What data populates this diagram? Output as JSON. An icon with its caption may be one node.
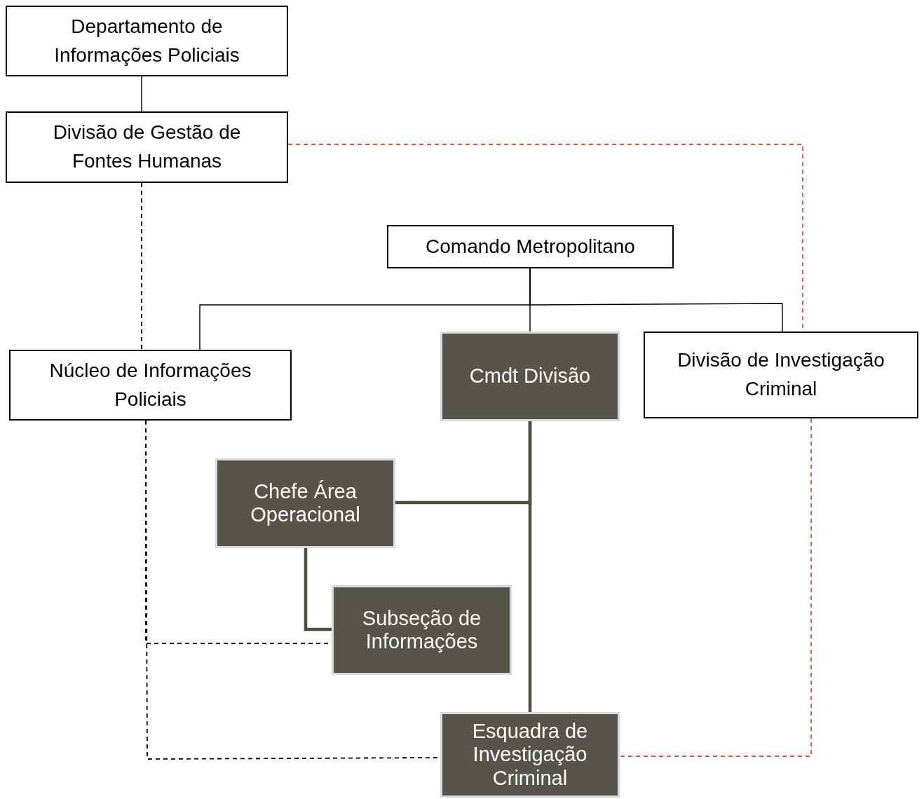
{
  "diagram": {
    "nodes": [
      {
        "text": [
          "Departamento de Informações Policiais"
        ]
      },
      {
        "text": [
          "Divisão de Gestão de Fontes Humanas"
        ]
      },
      {
        "text": [
          "Comando Metropolitano"
        ]
      },
      {
        "text": [
          "Núcleo de Informações Policiais"
        ]
      },
      {
        "text": [
          "Cmdt Divisão"
        ]
      },
      {
        "text": [
          "Divisão de Investigação Criminal"
        ]
      },
      {
        "text": [
          "Chefe Área Operacional"
        ]
      },
      {
        "text": [
          "Subseção de Informações"
        ]
      },
      {
        "text": [
          "Esquadra de Investigação Criminal"
        ]
      }
    ],
    "edges": [
      {
        "from": 0,
        "to": 1,
        "arrow": "none"
      },
      {
        "from": 1,
        "to": 3,
        "arrow": "none",
        "style": "dashed"
      },
      {
        "from": 1,
        "to": 5,
        "arrow": "none",
        "style": "dashed",
        "color": "#e8572d"
      },
      {
        "from": 2,
        "to": 4,
        "arrow": "none"
      },
      {
        "from": 2,
        "to": 3,
        "arrow": "none"
      },
      {
        "from": 2,
        "to": 5,
        "arrow": "none"
      },
      {
        "from": 4,
        "to": 6,
        "arrow": "none",
        "style": "thick",
        "color": "#4f4c44"
      },
      {
        "from": 4,
        "to": 8,
        "arrow": "none",
        "style": "thick",
        "color": "#4f4c44"
      },
      {
        "from": 6,
        "to": 7,
        "arrow": "none",
        "style": "thick",
        "color": "#4f4c44"
      },
      {
        "from": 3,
        "to": 7,
        "arrow": "none",
        "style": "dashed"
      },
      {
        "from": 3,
        "to": 8,
        "arrow": "none",
        "style": "dashed"
      },
      {
        "from": 5,
        "to": 8,
        "arrow": "none",
        "style": "dashed",
        "color": "#e8572d"
      }
    ]
  }
}
